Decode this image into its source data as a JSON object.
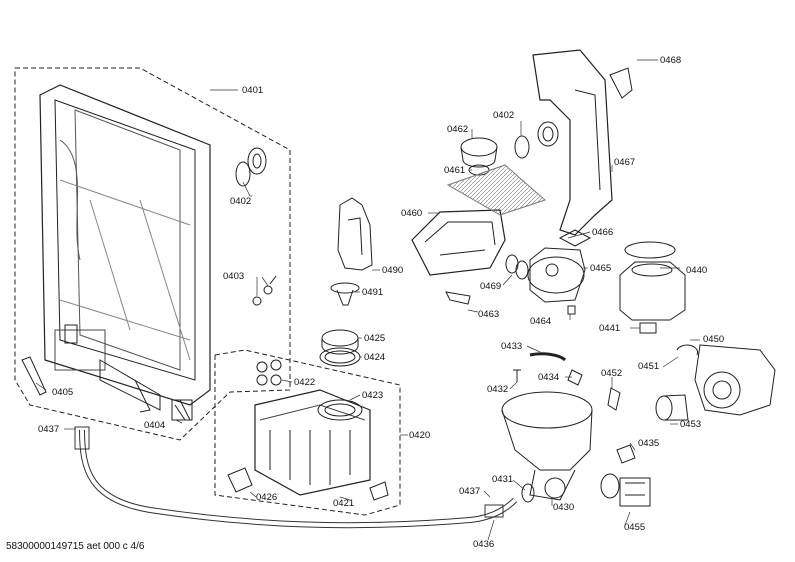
{
  "diagram": {
    "parts": [
      {
        "id": "p0401",
        "label": "0401"
      },
      {
        "id": "p0402a",
        "label": "0402"
      },
      {
        "id": "p0403",
        "label": "0403"
      },
      {
        "id": "p0405",
        "label": "0405"
      },
      {
        "id": "p0404",
        "label": "0404"
      },
      {
        "id": "p0437a",
        "label": "0437"
      },
      {
        "id": "p0462",
        "label": "0462"
      },
      {
        "id": "p0402b",
        "label": "0402"
      },
      {
        "id": "p0468",
        "label": "0468"
      },
      {
        "id": "p0461",
        "label": "0461"
      },
      {
        "id": "p0467",
        "label": "0467"
      },
      {
        "id": "p0460",
        "label": "0460"
      },
      {
        "id": "p0466",
        "label": "0466"
      },
      {
        "id": "p0490",
        "label": "0490"
      },
      {
        "id": "p0465",
        "label": "0465"
      },
      {
        "id": "p0440",
        "label": "0440"
      },
      {
        "id": "p0469",
        "label": "0469"
      },
      {
        "id": "p0491",
        "label": "0491"
      },
      {
        "id": "p0463",
        "label": "0463"
      },
      {
        "id": "p0464",
        "label": "0464"
      },
      {
        "id": "p0441",
        "label": "0441"
      },
      {
        "id": "p0425",
        "label": "0425"
      },
      {
        "id": "p0424",
        "label": "0424"
      },
      {
        "id": "p0433",
        "label": "0433"
      },
      {
        "id": "p0450",
        "label": "0450"
      },
      {
        "id": "p0422",
        "label": "0422"
      },
      {
        "id": "p0451",
        "label": "0451"
      },
      {
        "id": "p0432",
        "label": "0432"
      },
      {
        "id": "p0434",
        "label": "0434"
      },
      {
        "id": "p0452",
        "label": "0452"
      },
      {
        "id": "p0423",
        "label": "0423"
      },
      {
        "id": "p0453",
        "label": "0453"
      },
      {
        "id": "p0420",
        "label": "0420"
      },
      {
        "id": "p0435",
        "label": "0435"
      },
      {
        "id": "p0426",
        "label": "0426"
      },
      {
        "id": "p0431",
        "label": "0431"
      },
      {
        "id": "p0437b",
        "label": "0437"
      },
      {
        "id": "p0421",
        "label": "0421"
      },
      {
        "id": "p0430",
        "label": "0430"
      },
      {
        "id": "p0455",
        "label": "0455"
      },
      {
        "id": "p0436",
        "label": "0436"
      }
    ],
    "footer": "58300000149715 aet 000 c 4/6"
  }
}
